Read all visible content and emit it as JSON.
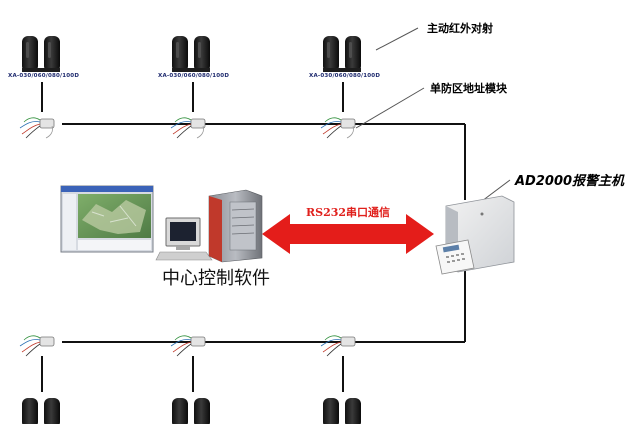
{
  "labels": {
    "active_infrared": "主动红外对射",
    "zone_module": "单防区地址模块",
    "alarm_host": "AD2000报警主机",
    "rs232": "RS232串口通信",
    "center_software": "中心控制软件",
    "detector_model": "XA-030/060/080/100D"
  },
  "colors": {
    "link_arrow": "#e41d1a",
    "bus_line": "#111111",
    "callout_text": "#000000"
  },
  "icons": {
    "detector": "infrared-detector-icon",
    "module": "address-module-icon",
    "pc": "computer-icon",
    "server": "server-tower-icon",
    "panel": "alarm-panel-icon",
    "keypad": "keypad-icon"
  }
}
